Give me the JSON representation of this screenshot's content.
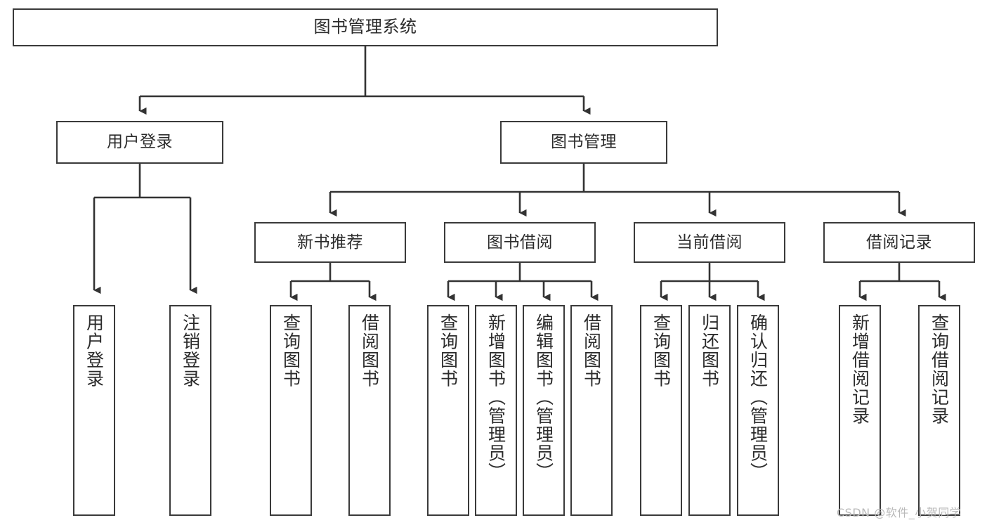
{
  "diagram": {
    "type": "hierarchy-tree",
    "title": "图书管理系统",
    "root": {
      "id": "root",
      "label": "图书管理系统"
    },
    "level2": [
      {
        "id": "user-login",
        "label": "用户登录"
      },
      {
        "id": "book-management",
        "label": "图书管理"
      }
    ],
    "level3": [
      {
        "id": "new-book-recommend",
        "label": "新书推荐",
        "parent": "book-management"
      },
      {
        "id": "book-borrow",
        "label": "图书借阅",
        "parent": "book-management"
      },
      {
        "id": "current-borrow",
        "label": "当前借阅",
        "parent": "book-management"
      },
      {
        "id": "borrow-record",
        "label": "借阅记录",
        "parent": "book-management"
      }
    ],
    "leaves": {
      "user_login": [
        {
          "id": "leaf-user-login",
          "label": "用户登录"
        },
        {
          "id": "leaf-logout-login",
          "label": "注销登录"
        }
      ],
      "new_book_recommend": [
        {
          "id": "leaf-query-book-1",
          "label": "查询图书"
        },
        {
          "id": "leaf-borrow-book-1",
          "label": "借阅图书"
        }
      ],
      "book_borrow": [
        {
          "id": "leaf-query-book-2",
          "label": "查询图书"
        },
        {
          "id": "leaf-add-book",
          "label": "新增图书（管理员）"
        },
        {
          "id": "leaf-edit-book",
          "label": "编辑图书（管理员）"
        },
        {
          "id": "leaf-borrow-book-2",
          "label": "借阅图书"
        }
      ],
      "current_borrow": [
        {
          "id": "leaf-query-book-3",
          "label": "查询图书"
        },
        {
          "id": "leaf-return-book",
          "label": "归还图书"
        },
        {
          "id": "leaf-confirm-return",
          "label": "确认归还（管理员）"
        }
      ],
      "borrow_record": [
        {
          "id": "leaf-add-record",
          "label": "新增借阅记录"
        },
        {
          "id": "leaf-query-record",
          "label": "查询借阅记录"
        }
      ]
    }
  },
  "watermark": {
    "text": "CSDN @软件_小贺同学"
  },
  "colors": {
    "border": "#3a3a3a",
    "text": "#2b2b2b",
    "background": "#ffffff",
    "watermark": "#b9b9b9"
  }
}
